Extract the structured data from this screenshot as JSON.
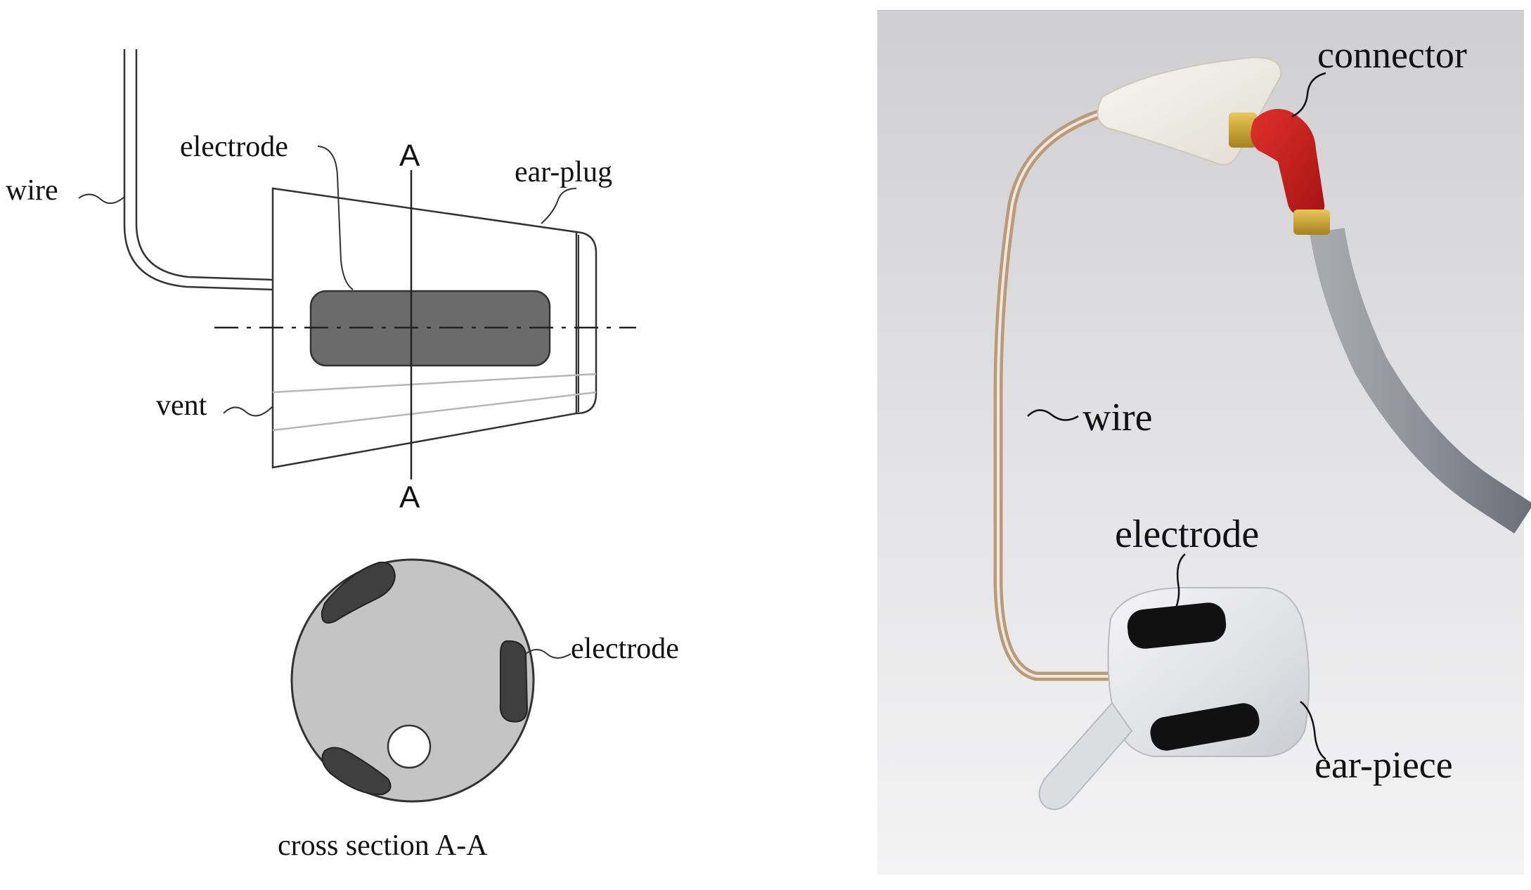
{
  "diagram": {
    "labels": {
      "wire": "wire",
      "electrode": "electrode",
      "ear_plug": "ear-plug",
      "vent": "vent",
      "section_top": "A",
      "section_bottom": "A",
      "cross_electrode": "electrode",
      "cross_section_caption": "cross section A-A"
    }
  },
  "photo": {
    "labels": {
      "connector": "connector",
      "wire": "wire",
      "electrode": "electrode",
      "ear_piece": "ear-piece"
    }
  },
  "colors": {
    "electrode_dark": "#6b6b6b",
    "cross_body": "#c4c4c4",
    "cross_electrode": "#3f3f3f",
    "connector_red": "#c81d1d",
    "connector_brass": "#c9a233",
    "cable_grey": "#8d9098"
  }
}
